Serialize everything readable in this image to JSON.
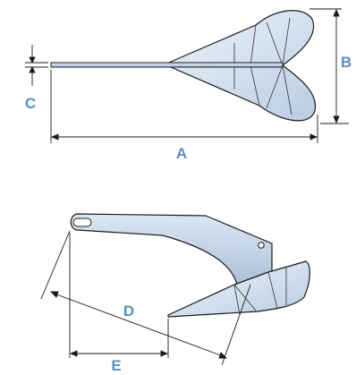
{
  "labels": {
    "a": "A",
    "b": "B",
    "c": "C",
    "d": "D",
    "e": "E"
  },
  "colors": {
    "label": "#5a8fc0",
    "outline": "#1a1a1a",
    "fill_light": "#e4eef8",
    "fill_shade": "#b7c9dc"
  }
}
